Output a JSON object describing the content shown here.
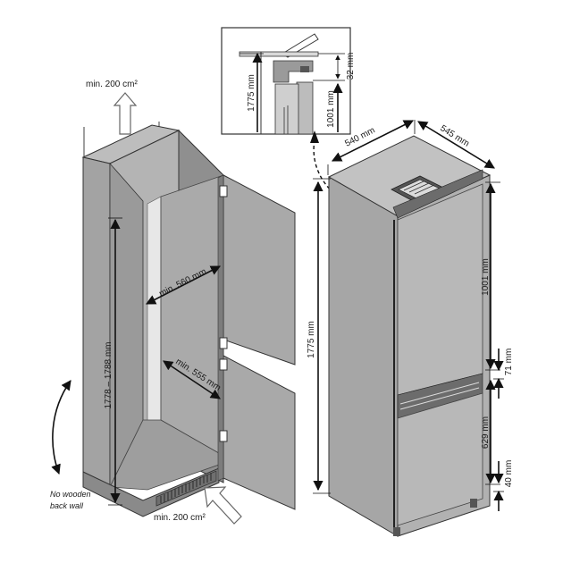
{
  "cabinet": {
    "top_vent_label": "min. 200 cm²",
    "bottom_vent_label": "min. 200 cm²",
    "height_label": "1778 – 1788 mm",
    "width_label": "min. 560 mm",
    "depth_label": "min. 555 mm",
    "back_wall_note_line1": "No wooden",
    "back_wall_note_line2": "back wall"
  },
  "detail": {
    "height_label": "1775 mm",
    "gap_label": "32 mm",
    "upper_label": "1001 mm"
  },
  "fridge": {
    "width_label": "540 mm",
    "depth_label": "545 mm",
    "height_label": "1775 mm",
    "upper_door_label": "1001 mm",
    "gap_top_label": "71 mm",
    "lower_door_label": "629 mm",
    "gap_bottom_label": "40 mm"
  },
  "colors": {
    "panel_gray": "#a7a7a7",
    "panel_dark": "#8c8c8c",
    "panel_light": "#bdbdbd",
    "outline": "#333333"
  }
}
